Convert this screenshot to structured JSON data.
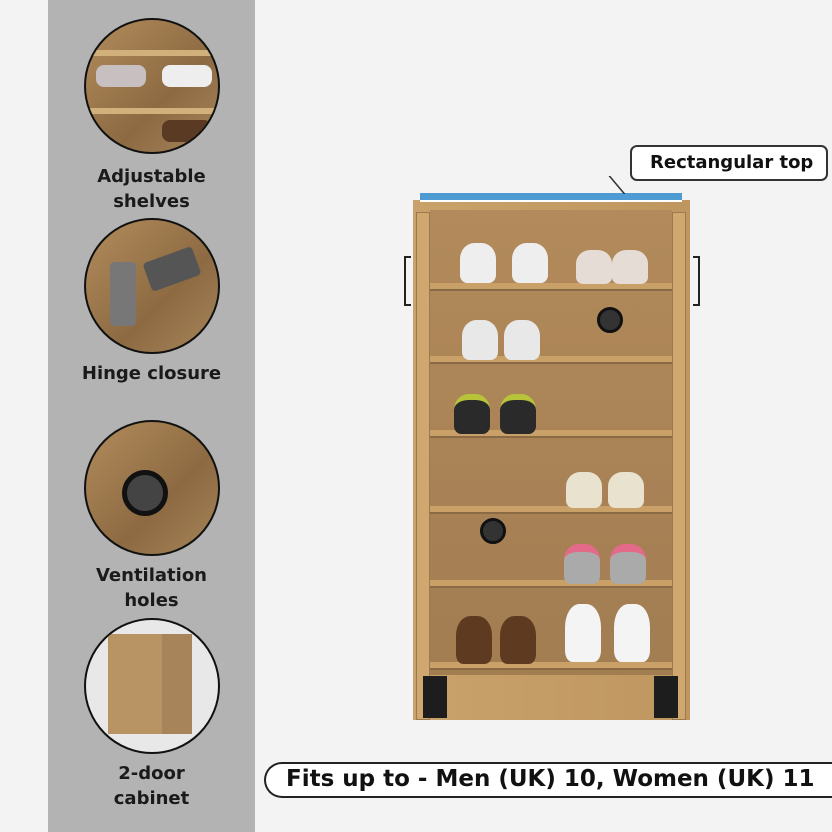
{
  "features": [
    {
      "label_line1": "Adjustable",
      "label_line2": "shelves",
      "icon": "shelves-closeup"
    },
    {
      "label_line1": "Hinge closure",
      "label_line2": "",
      "icon": "hinge-closeup"
    },
    {
      "label_line1": "Ventilation",
      "label_line2": "holes",
      "icon": "vent-closeup"
    },
    {
      "label_line1": "2-door",
      "label_line2": "cabinet",
      "icon": "cabinet-thumbnail"
    }
  ],
  "callout": {
    "text": "Rectangular top"
  },
  "fit_note": "Fits up to - Men (UK) 10, Women (UK) 11",
  "colors": {
    "sidebar": "#b3b3b3",
    "wood": "#c9a16a",
    "top": "#4e9ad3"
  }
}
